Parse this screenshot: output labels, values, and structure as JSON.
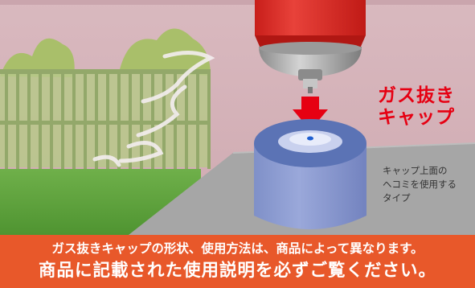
{
  "illustration": {
    "cap_label": [
      "ガス抜き",
      "キャップ"
    ],
    "description": [
      "キャップ上面の",
      "ヘコミを使用する",
      "タイプ"
    ]
  },
  "colors": {
    "background_wall": "#d6b6bc",
    "can_body": "#e0312a",
    "cap_top": "#5b73b5",
    "cap_side": "#8798d0",
    "arrow": "#e60012",
    "grass": "#5aa03a",
    "notice_bar": "#e8582a"
  },
  "icons": [
    "aerosol-can-icon",
    "down-arrow-icon",
    "degassing-cap-icon",
    "fence-icon",
    "tree-icon"
  ],
  "notice": {
    "line1": "ガス抜きキャップの形状、使用方法は、商品によって異なります。",
    "line2": "商品に記載された使用説明を必ずご覧ください。"
  }
}
